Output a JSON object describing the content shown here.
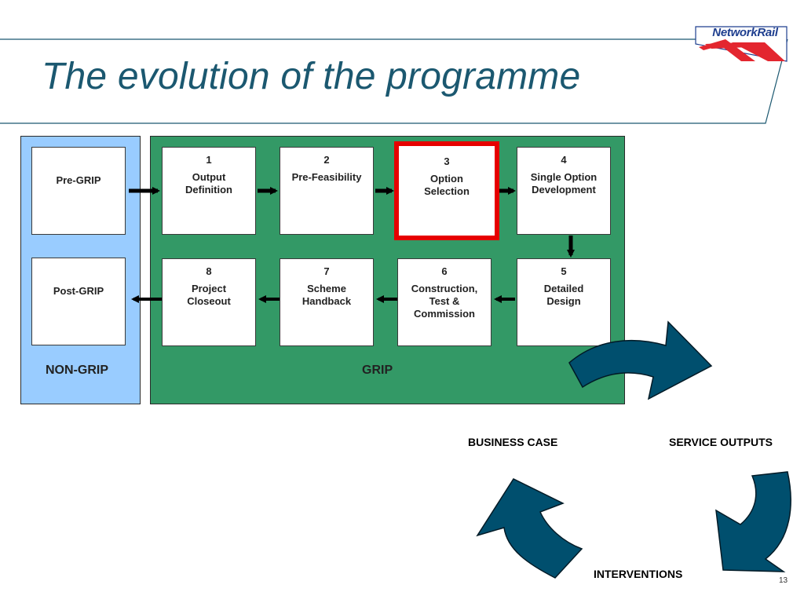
{
  "slide": {
    "title": "The evolution of the programme",
    "page_number": "13"
  },
  "logo": {
    "text": "NetworkRail"
  },
  "diagram": {
    "nongrip": {
      "label": "NON-GRIP",
      "pre": "Pre-GRIP",
      "post": "Post-GRIP"
    },
    "grip": {
      "label": "GRIP",
      "stages": [
        {
          "num": "1",
          "label": "Output\nDefinition"
        },
        {
          "num": "2",
          "label": "Pre-Feasibility"
        },
        {
          "num": "3",
          "label": "Option\nSelection"
        },
        {
          "num": "4",
          "label": "Single Option\nDevelopment"
        },
        {
          "num": "5",
          "label": "Detailed\nDesign"
        },
        {
          "num": "6",
          "label": "Construction,\nTest &\nCommission"
        },
        {
          "num": "7",
          "label": "Scheme\nHandback"
        },
        {
          "num": "8",
          "label": "Project\nCloseout"
        }
      ],
      "highlighted_stage": "3"
    }
  },
  "cycle": {
    "business_case": "BUSINESS CASE",
    "service_outputs": "SERVICE OUTPUTS",
    "interventions": "INTERVENTIONS",
    "arrow_color": "#004f6e"
  },
  "colors": {
    "title": "#1b5870",
    "grip_panel": "#339966",
    "nongrip_panel": "#99ccff",
    "highlight": "#e60000",
    "logo_red": "#e3262f",
    "logo_blue": "#1f3f8f"
  }
}
